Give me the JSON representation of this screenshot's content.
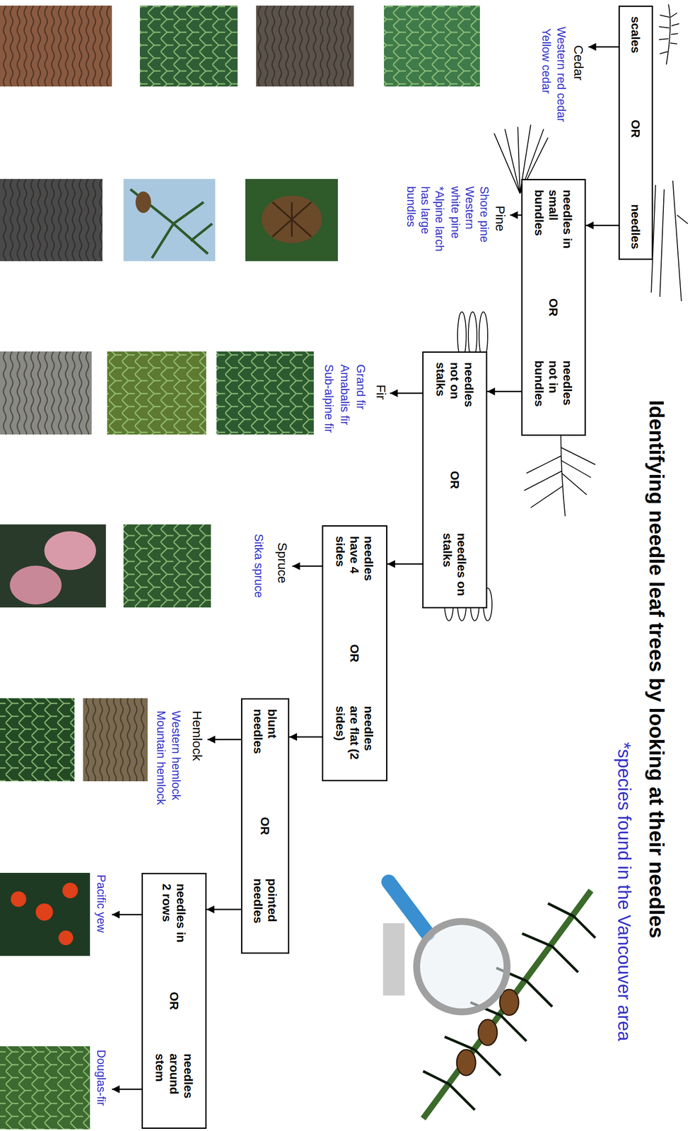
{
  "diagram": {
    "title": "Identifying needle leaf trees by looking at their needles",
    "nodes": [
      {
        "text": [
          "scales",
          "OR",
          "needles"
        ]
      },
      {
        "text": [
          "needles in small bundles",
          "OR",
          "needles not in bundles"
        ]
      },
      {
        "text": [
          "needles not on stalks",
          "OR",
          "needles on stalks"
        ]
      },
      {
        "text": [
          "needles have 4 sides",
          "OR",
          "needles are flat (2 sides)"
        ]
      },
      {
        "text": [
          "blunt needles",
          "OR",
          "pointed needles"
        ]
      },
      {
        "text": [
          "needles in 2 rows",
          "OR",
          "needles around stem"
        ]
      }
    ],
    "edges": [
      {
        "from": 0,
        "to": 1,
        "arrow": "to"
      },
      {
        "from": 1,
        "to": 2,
        "arrow": "to"
      },
      {
        "from": 2,
        "to": 3,
        "arrow": "to"
      },
      {
        "from": 3,
        "to": 4,
        "arrow": "to"
      },
      {
        "from": 4,
        "to": 5,
        "arrow": "to"
      }
    ],
    "labels": [
      "Cedar",
      "Western red cedar",
      "Yellow cedar",
      "Pine",
      "Shore pine",
      "Western white pine",
      "*Alpine larch has large bundles",
      "Fir",
      "Grand fir",
      "Amabalis fir",
      "Sub-alpine fir",
      "Spruce",
      "Sitka spruce",
      "Hemlock",
      "Western hemlock",
      "Mountain hemlock",
      "Pacific yew",
      "Douglas-fir",
      "*species found in the Vancouver area"
    ]
  }
}
